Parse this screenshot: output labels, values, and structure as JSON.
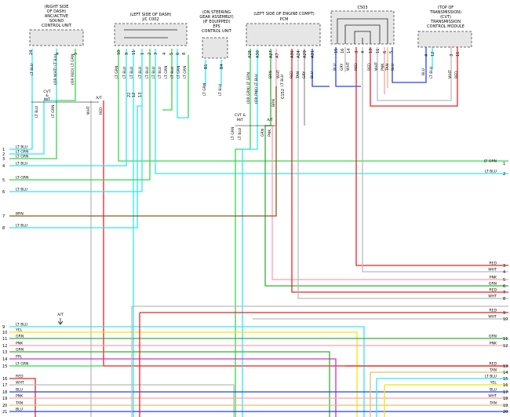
{
  "components": {
    "sound": [
      "(RIGHT SIDE",
      "OF DASH)",
      "ANC/ACTIVE",
      "SOUND",
      "CONTROL UNIT"
    ],
    "jc": [
      "(LEFT SIDE OF DASH)",
      "J/C C002"
    ],
    "eps": [
      "(ON STEERING",
      "GEAR ASSEMBLY)",
      "(IF EQUIPPED)",
      "EPS",
      "CONTROL UNIT"
    ],
    "pcm": [
      "(LEFT SIDE OF ENGINE COMPT)",
      "PCM"
    ],
    "c503": [
      "C503"
    ],
    "tcm": [
      "(TOP OF",
      "TRANSMISSION)",
      "(CVT)",
      "TRANSMISSION",
      "CONTROL MODULE"
    ]
  },
  "pins": {
    "sound": [
      "24",
      "4",
      "5"
    ],
    "jc": [
      "10",
      "9",
      "11",
      "12",
      "22",
      "13",
      "1",
      "2",
      "3",
      "4",
      "5",
      "6",
      "8"
    ],
    "eps": [
      "B1",
      "B4"
    ],
    "pcm": [
      "A28",
      "A30",
      "A27",
      "A7",
      "A36",
      "A24",
      "A29",
      "A31"
    ],
    "c503": [
      "15",
      "16",
      "14",
      "3",
      "4",
      "13",
      "11",
      "6",
      "5"
    ],
    "tcm": [
      "4",
      "12",
      "3",
      "11"
    ],
    "c152": [
      "C152"
    ]
  },
  "wire_labels": {
    "sound": [
      "LT BLU",
      "(OR WHT) LT BLU",
      "(OR RED) LT GRN"
    ],
    "jc": [
      "LT GRN",
      "LT BLU",
      "LT BLU",
      "LT BLU",
      "LT BLU",
      "LT BLU",
      "LT BLU",
      "LT GRN",
      "LT BLU",
      "LT GRN",
      "LT GRN"
    ],
    "eps": [
      "LT GRN",
      "LT BLU"
    ],
    "pcm": [
      "(OR GRN) LT GRN",
      "(OR PNK) LT BLU",
      "BRN",
      "WHT",
      "RED",
      "TAN",
      "GRY",
      "BLU"
    ],
    "c503": [
      "BLU",
      "GRY",
      "WHT",
      "RED",
      "RED",
      "WHT",
      "PNK",
      "TAN",
      "BLU"
    ],
    "tcm": [
      "BLU",
      "LT BLU",
      "WHT",
      "RED"
    ]
  },
  "mid_labels": {
    "cvt_mt_1": [
      "CVT",
      "&",
      "M/T"
    ],
    "at_1": "A/T",
    "cvt_mt_2": [
      "CVT &",
      "M/T"
    ],
    "at_2": "A/T",
    "at_3": "A/T",
    "vertical": [
      "LT BLU",
      "LT GRN",
      "WHT",
      "RED",
      "LT GRN",
      "LT BLU",
      "GRN",
      "PNK",
      "LT BLU",
      "BRN"
    ]
  },
  "left_rows": [
    {
      "num": "1",
      "label": "LT BLU",
      "color": "#33e5f2"
    },
    {
      "num": "2",
      "label": "LT GRN",
      "color": "#33d94d"
    },
    {
      "num": "3",
      "label": "LT GRN",
      "color": "#33d94d"
    },
    {
      "num": "4",
      "label": "LT BLU",
      "color": "#33e5f2"
    },
    {
      "num": "5",
      "label": "LT GRN",
      "color": "#33d94d"
    },
    {
      "num": "6",
      "label": "LT BLU",
      "color": "#33e5f2"
    },
    {
      "num": "7",
      "label": "BRN",
      "color": "#8a5a1a"
    },
    {
      "num": "8",
      "label": "LT BLU",
      "color": "#33e5f2"
    },
    {
      "num": "9",
      "label": "LT BLU",
      "color": "#33e5f2"
    },
    {
      "num": "10",
      "label": "YEL",
      "color": "#f2e600"
    },
    {
      "num": "11",
      "label": "GRN",
      "color": "#33b233"
    },
    {
      "num": "12",
      "label": "PNK",
      "color": "#ff9fb0"
    },
    {
      "num": "13",
      "label": "GRN",
      "color": "#33b233"
    },
    {
      "num": "14",
      "label": "PPL",
      "color": "#cc33cc"
    },
    {
      "num": "15",
      "label": "LT GRN",
      "color": "#33d94d"
    },
    {
      "num": "16",
      "label": "RED",
      "color": "#ee2222"
    },
    {
      "num": "17",
      "label": "WHT",
      "color": "#bbbbbb"
    },
    {
      "num": "18",
      "label": "BLU",
      "color": "#2244ee"
    },
    {
      "num": "19",
      "label": "PNK",
      "color": "#ff9fb0"
    },
    {
      "num": "20",
      "label": "TAN",
      "color": "#e0c070"
    },
    {
      "num": "21",
      "label": "BLU",
      "color": "#2244ee"
    }
  ],
  "right_rows": [
    {
      "num": "1",
      "label": "LT GRN",
      "color": "#33d94d"
    },
    {
      "num": "2",
      "label": "LT BLU",
      "color": "#33e5f2"
    },
    {
      "num": "3",
      "label": "RED",
      "color": "#ee2222"
    },
    {
      "num": "4",
      "label": "WHT",
      "color": "#bbbbbb"
    },
    {
      "num": "5",
      "label": "PNK",
      "color": "#ff9fb0"
    },
    {
      "num": "6",
      "label": "GRN",
      "color": "#33b233"
    },
    {
      "num": "7",
      "label": "RED",
      "color": "#ee2222"
    },
    {
      "num": "8",
      "label": "WHT",
      "color": "#bbbbbb"
    },
    {
      "num": "9",
      "label": "RED",
      "color": "#ee2222"
    },
    {
      "num": "10",
      "label": "WHT",
      "color": "#bbbbbb"
    },
    {
      "num": "11",
      "label": "GRN",
      "color": "#33b233"
    },
    {
      "num": "12",
      "label": "PNK",
      "color": "#ff9fb0"
    },
    {
      "num": "13",
      "label": "RED",
      "color": "#ee2222"
    },
    {
      "num": "14",
      "label": "TAN",
      "color": "#e0c070"
    },
    {
      "num": "15",
      "label": "LT BLU",
      "color": "#33e5f2"
    },
    {
      "num": "16",
      "label": "YEL",
      "color": "#f2e600"
    },
    {
      "num": "17",
      "label": "BLU",
      "color": "#2244ee"
    },
    {
      "num": "18",
      "label": "WHT",
      "color": "#bbbbbb"
    },
    {
      "num": "19",
      "label": "TAN",
      "color": "#e0c070"
    },
    {
      "num": "20",
      "label": "",
      "color": "#2244ee"
    },
    {
      "num": "21",
      "label": "",
      "color": "#2244ee"
    }
  ],
  "colors": {
    "lt_blu": "#33e5f2",
    "lt_grn": "#33d94d",
    "grn": "#33b233",
    "red": "#ee2222",
    "wht": "#bbbbbb",
    "pnk": "#ff9fb0",
    "brn": "#8a5a1a",
    "blu": "#2244ee",
    "tan": "#e0c070",
    "yel": "#f2e600",
    "ppl": "#cc33cc",
    "gry": "#999999",
    "box": "#e6e6e6"
  }
}
